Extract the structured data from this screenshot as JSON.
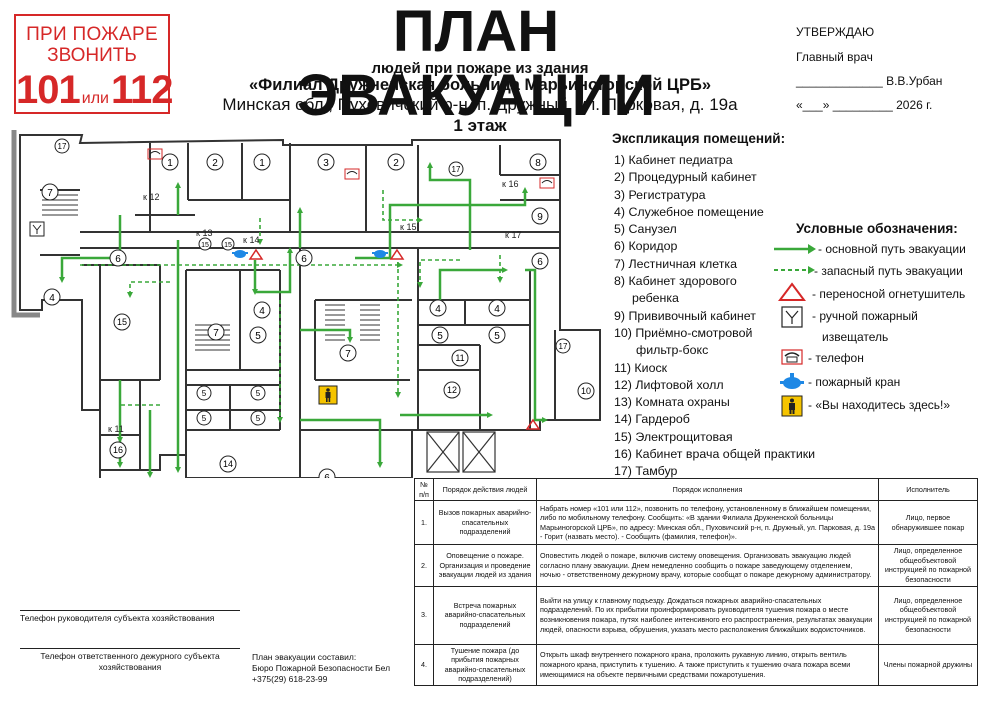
{
  "call_box": {
    "line1": "ПРИ ПОЖАРЕ",
    "line2": "ЗВОНИТЬ",
    "num1": "101",
    "or": "или",
    "num2": "112"
  },
  "header": {
    "title": "ПЛАН ЭВАКУАЦИИ",
    "subtitle": "людей при пожаре из здания",
    "org": "«Филиал Дружненская больница Марьиногорской ЦРБ»",
    "address": "Минская обл., Пуховичский р-н, п. Дружный, ул. Парковая, д. 19а",
    "floor": "1 этаж"
  },
  "approval": {
    "line1": "УТВЕРЖДАЮ",
    "line2": "Главный врач",
    "line3": "_____________ В.В.Урбан",
    "line4": "«___» _________ 2026 г."
  },
  "explication": {
    "title": "Экспликация помещений:",
    "items": [
      "1) Кабинет педиатра",
      "2) Процедурный кабинет",
      "3) Регистратура",
      "4) Служебное помещение",
      "5) Санузел",
      "6) Коридор",
      "7) Лестничная клетка",
      "8) Кабинет здорового",
      "ребенка",
      "9) Прививочный кабинет",
      "10) Приёмно-смотровой",
      "фильтр-бокс",
      "11) Киоск",
      "12) Лифтовой холл",
      "13) Комната охраны",
      "14) Гардероб",
      "15) Электрощитовая",
      "16) Кабинет врача общей практики",
      "17) Тамбур"
    ]
  },
  "legend": {
    "title": "Условные обозначения:",
    "items": [
      "- основной путь эвакуации",
      "- запасный путь эвакуации",
      "- переносной огнетушитель",
      "- ручной пожарный",
      "извещатель",
      "- телефон",
      "- пожарный кран",
      "- «Вы находитесь здесь!»"
    ]
  },
  "procedure_table": {
    "headers": [
      "№ п/п",
      "Порядок действия людей",
      "Порядок исполнения",
      "Исполнитель"
    ],
    "rows": [
      {
        "n": "1.",
        "action": "Вызов пожарных аварийно-спасательных подразделений",
        "exec": "Набрать номер «101 или 112», позвонить по телефону, установленному в ближайшем помещении, либо по мобильному телефону. Сообщить: «В здании Филиала Дружненской больницы Марьиногорской ЦРБ», по адресу: Минская обл., Пуховичский р-н, п. Дружный, ул. Парковая, д. 19а - Горит (назвать место). - Сообщить (фамилия, телефон)».",
        "who": "Лицо, первое обнаружившее пожар"
      },
      {
        "n": "2.",
        "action": "Оповещение о пожаре. Организация и проведение эвакуации людей из здания",
        "exec": "Оповестить людей о пожаре, включив систему оповещения. Организовать эвакуацию людей согласно плану эвакуации. Днем немедленно сообщить о пожаре заведующему отделением, ночью - ответственному дежурному врачу, которые сообщат о пожаре дежурному администратору.",
        "who": "Лицо, определенное общеобъектовой инструкцией по пожарной безопасности"
      },
      {
        "n": "3.",
        "action": "Встреча пожарных аварийно-спасательных подразделений",
        "exec": "Выйти на улицу к главному подъезду. Дождаться пожарных аварийно-спасательных подразделений. По их прибытии проинформировать руководителя тушения пожара о месте возникновения пожара, путях наиболее интенсивного его распространения, результатах эвакуации людей, опасности взрыва, обрушения, указать место расположения ближайших водоисточников.",
        "who": "Лицо, определенное общеобъектовой инструкцией по пожарной безопасности"
      },
      {
        "n": "4.",
        "action": "Тушение пожара (до прибытия пожарных аварийно-спасательных подразделений)",
        "exec": "Открыть шкаф внутреннего пожарного крана, проложить рукавную линию, открыть вентиль пожарного крана, приступить к тушению. А также приступить к тушению очага пожара всеми имеющимися на объекте первичными средствами пожаротушения.",
        "who": "Члены пожарной дружины"
      }
    ]
  },
  "bottom": {
    "phone_head": "Телефон руководителя субъекта хозяйствования",
    "phone_duty1": "Телефон ответственного дежурного субъекта",
    "phone_duty2": "хозяйствования",
    "composed1": "План эвакуации составил:",
    "composed2": "Бюро Пожарной Безопасности Бел",
    "composed3": "+375(29) 618-23-99"
  },
  "plan_labels": {
    "k12": "к 12",
    "k13": "к 13",
    "k14": "к 14",
    "k15": "к 15",
    "k16": "к 16",
    "k17": "к 17",
    "k11": "к 11"
  },
  "colors": {
    "accent_red": "#d62828",
    "route_green": "#3aa83a",
    "walls": "#333333"
  }
}
